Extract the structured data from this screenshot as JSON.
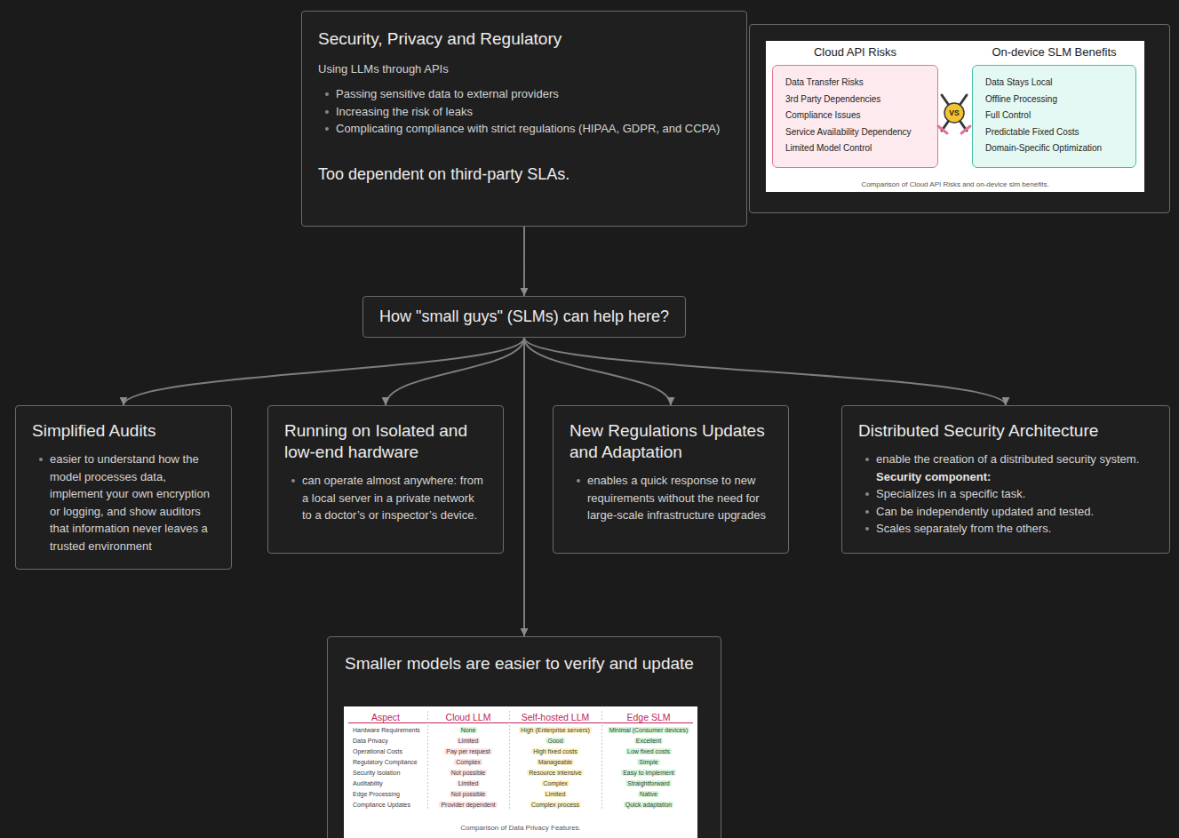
{
  "diagram": {
    "nodes": [
      {
        "text": [
          "Security, Privacy and Regulatory",
          "Using LLMs through APIs",
          "Passing sensitive data to external providers",
          "Increasing the risk of leaks",
          "Complicating compliance with strict regulations (HIPAA, GDPR, and CCPA)",
          "Too dependent on third-party SLAs."
        ]
      },
      {
        "text": [
          "Comparison of Cloud API Risks and on-device slm benefits."
        ]
      },
      {
        "text": [
          "Cloud API Risks",
          "Data Transfer Risks",
          "3rd Party Dependencies",
          "Compliance Issues",
          "Service Availability Dependency",
          "Limited Model Control"
        ],
        "in": 1
      },
      {
        "text": [
          "On-device SLM Benefits",
          "Data Stays Local",
          "Offline Processing",
          "Full Control",
          "Predictable Fixed Costs",
          "Domain-Specific Optimization"
        ],
        "in": 1
      },
      {
        "text": [
          "How \"small guys\" (SLMs) can help here?"
        ]
      },
      {
        "text": [
          "Simplified Audits",
          "easier to understand how the model processes data, implement your own encryption or logging, and show auditors that information never leaves a trusted environment"
        ]
      },
      {
        "text": [
          "Running on Isolated and low-end hardware",
          "can operate almost anywhere: from a local server in a private network to a doctor’s or inspector’s device."
        ]
      },
      {
        "text": [
          "New Regulations Updates and Adaptation",
          "enables a quick response to new requirements without the need for large-scale infrastructure upgrades"
        ]
      },
      {
        "text": [
          "Distributed Security Architecture",
          "enable the creation of a distributed security system.",
          "Security component:",
          "Specializes in a specific task.",
          "Can be independently updated and tested.",
          "Scales separately from the others."
        ]
      },
      {
        "text": [
          "Smaller models are easier to verify and update",
          "Comparison of Data Privacy Features."
        ]
      }
    ],
    "edges": [
      {
        "from": 0,
        "to": 4,
        "arrow": "to"
      },
      {
        "from": 4,
        "to": 5,
        "arrow": "to"
      },
      {
        "from": 4,
        "to": 6,
        "arrow": "to"
      },
      {
        "from": 4,
        "to": 7,
        "arrow": "to"
      },
      {
        "from": 4,
        "to": 8,
        "arrow": "to"
      },
      {
        "from": 4,
        "to": 9,
        "arrow": "to"
      }
    ],
    "labels": [
      "VS",
      "Aspect",
      "Cloud LLM",
      "Self-hosted LLM",
      "Edge SLM",
      "Hardware Requirements",
      "None",
      "High (Enterprise servers)",
      "Minimal (Consumer devices)",
      "Data Privacy",
      "Limited",
      "Good",
      "Excellent",
      "Operational Costs",
      "Pay per request",
      "High fixed costs",
      "Low fixed costs",
      "Regulatory Compliance",
      "Complex",
      "Manageable",
      "Simple",
      "Security Isolation",
      "Not possible",
      "Resource intensive",
      "Easy to implement",
      "Auditability",
      "Limited",
      "Complex",
      "Straightforward",
      "Edge Processing",
      "Not possible",
      "Limited",
      "Native",
      "Compliance Updates",
      "Provider dependent",
      "Complex process",
      "Quick adaptation"
    ]
  }
}
